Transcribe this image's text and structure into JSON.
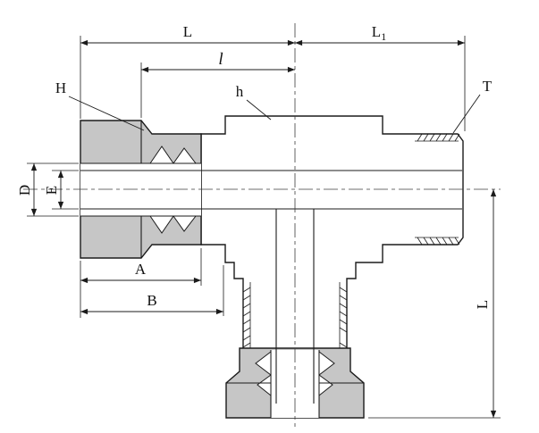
{
  "drawing": {
    "colors": {
      "line": "#1b1b1b",
      "nut_fill": "#c6c6c6",
      "body_fill": "#ffffff",
      "background": "#ffffff"
    },
    "dimension_labels": {
      "top_L": "L",
      "top_L1_base": "L",
      "top_L1_sub": "1",
      "mid_l": "l",
      "nut_H": "H",
      "body_h": "h",
      "thread_T": "T",
      "bore_D": "D",
      "bore_E": "E",
      "len_A": "A",
      "len_B": "B",
      "branch_L": "L"
    }
  }
}
